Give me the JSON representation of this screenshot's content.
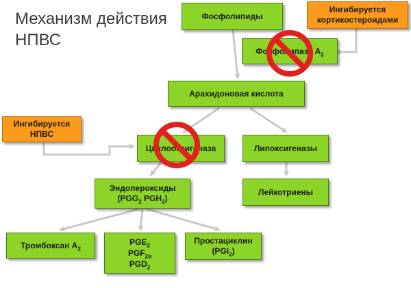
{
  "title": "Механизм действия НПВС",
  "colors": {
    "node_green": "#8dd428",
    "node_orange": "#fb9a1c",
    "arrow_gray": "#c8c8c8",
    "prohibition_red": "#e0211d"
  },
  "nodes": {
    "phospholipids": "Фосфолипиды",
    "corticosteroids_note": "Ингибируется кортикостероидами",
    "phospholipase": "Фосфолипаза А",
    "phospholipase_sub": "2",
    "arachidonic": "Арахидоновая кислота",
    "nsaid_note": "Ингибируется НПВС",
    "cyclooxygenase": "Циклооксигеназа",
    "lipoxygenases": "Липоксигеназы",
    "endoperoxides": "Эндопероксиды",
    "endoperoxides_detail": {
      "open": "(PGG",
      "sub1": "2",
      "mid": " PGH",
      "sub2": "2",
      "close": ")"
    },
    "leukotrienes": "Лейкотриены",
    "thromboxane": "Тромбоксан А",
    "thromboxane_sub": "2",
    "pg_list": [
      {
        "base": "PGE",
        "sub": "2"
      },
      {
        "base": "PGF",
        "sub": "2α"
      },
      {
        "base": "PGD",
        "sub": "2"
      }
    ],
    "prostacyclin": "Простациклин",
    "prostacyclin_detail": {
      "open": "(PGI",
      "sub": "2",
      "close": ")"
    }
  },
  "icons": [
    "prohibition-sign",
    "prohibition-sign"
  ]
}
